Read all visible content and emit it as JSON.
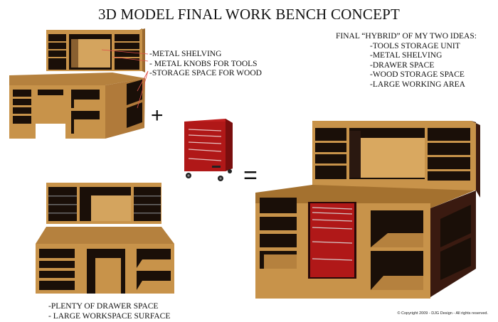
{
  "title": "3D MODEL FINAL WORK BENCH CONCEPT",
  "concept_a": {
    "callouts": [
      "-METAL SHELVING",
      "- METAL KNOBS FOR TOOLS",
      "-STORAGE SPACE FOR WOOD"
    ],
    "callout_line_color": "#e0504a"
  },
  "concept_b": {
    "notes": [
      "-PLENTY OF DRAWER SPACE",
      "- LARGE WORKSPACE SURFACE"
    ]
  },
  "final": {
    "heading": "FINAL “HYBRID” OF MY TWO IDEAS:",
    "features": [
      "-TOOLS STORAGE UNIT",
      "-METAL SHELVING",
      "-DRAWER SPACE",
      "-WOOD STORAGE SPACE",
      "-LARGE WORKING AREA"
    ]
  },
  "operators": {
    "plus": "+",
    "equals": "="
  },
  "tool_chest": {
    "label": "red rolling tool chest",
    "drawers": 5
  },
  "copyright": "© Copyright 2009 - DJG Design - All rights reserved.",
  "colors": {
    "wood": "#c8934a",
    "wood_light": "#d9a860",
    "wood_dark": "#9a6a30",
    "shadow": "#1a0f08",
    "side_dark": "#3a1a10",
    "chest_red": "#b01818",
    "chest_dark": "#7a0e0e"
  }
}
